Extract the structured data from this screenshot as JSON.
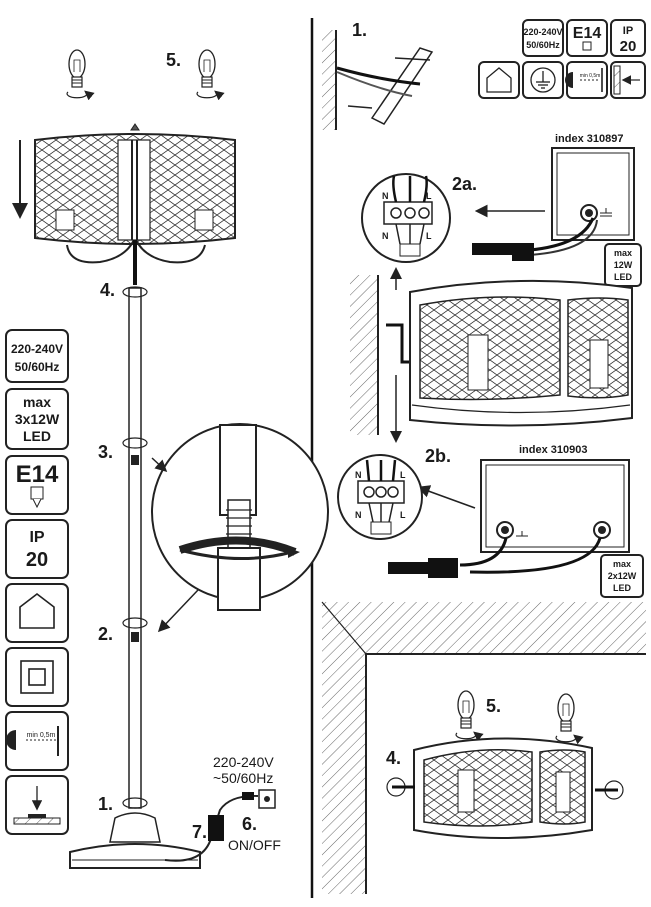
{
  "left_panel": {
    "steps": {
      "s1": "1.",
      "s2": "2.",
      "s3": "3.",
      "s4": "4.",
      "s5": "5.",
      "s6": "6.",
      "s7": "7."
    },
    "spec_voltage": "220-240V",
    "spec_freq": "50/60Hz",
    "spec_power_l1": "max",
    "spec_power_l2": "3x12W",
    "spec_power_l3": "LED",
    "spec_socket": "E14",
    "spec_ip_l1": "IP",
    "spec_ip_l2": "20",
    "distance_label": "min 0,5m",
    "mains_voltage": "220-240V",
    "mains_freq": "~50/60Hz",
    "switch_label": "ON/OFF"
  },
  "right_top": {
    "step1": "1.",
    "spec_voltage": "220-240V",
    "spec_freq": "50/60Hz",
    "spec_socket": "E14",
    "spec_ip_l1": "IP",
    "spec_ip_l2": "20",
    "distance_label": "min 0,5m"
  },
  "variant_a": {
    "step": "2a.",
    "index": "index 310897",
    "max_l1": "max",
    "max_l2": "12W",
    "max_l3": "LED",
    "term_n": "N",
    "term_l": "L"
  },
  "variant_b": {
    "step": "2b.",
    "index": "index 310903",
    "max_l1": "max",
    "max_l2": "2x12W",
    "max_l3": "LED",
    "term_n": "N",
    "term_l": "L"
  },
  "right_bottom": {
    "step4": "4.",
    "step5": "5."
  },
  "icons": [
    "bulb-icon",
    "house-icon",
    "double-insulation-icon",
    "distance-icon",
    "surface-mount-icon",
    "ground-icon",
    "rotate-arrow-icon"
  ]
}
